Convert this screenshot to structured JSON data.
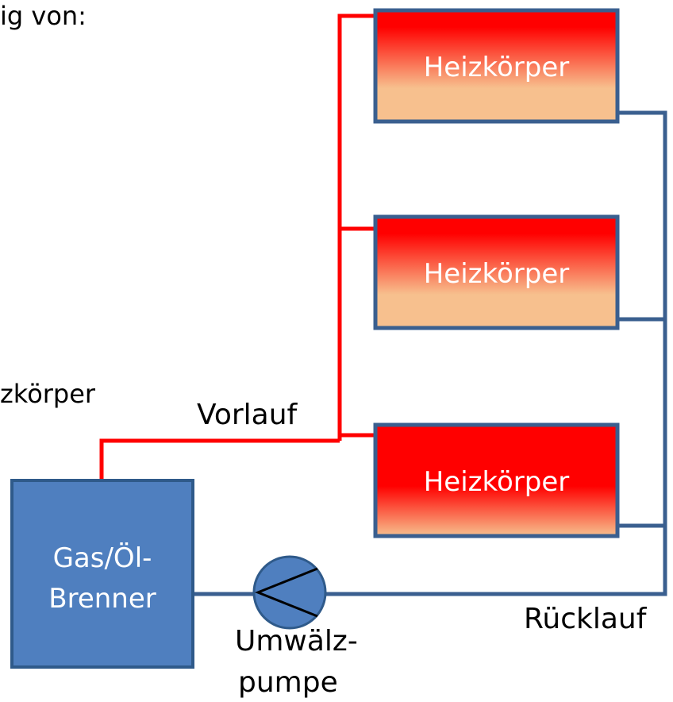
{
  "labels": {
    "partial_top": "ig von:",
    "partial_left": "zkörper",
    "vorlauf": "Vorlauf",
    "ruecklauf": "Rücklauf",
    "pumpe_line1": "Umwälz-",
    "pumpe_line2": "pumpe"
  },
  "radiators": [
    {
      "label": "Heizkörper"
    },
    {
      "label": "Heizkörper"
    },
    {
      "label": "Heizkörper"
    }
  ],
  "burner": {
    "line1": "Gas/Öl-",
    "line2": "Brenner"
  },
  "colors": {
    "flow_pipe": "#ff0000",
    "return_pipe": "#3a5f8f",
    "radiator_border": "#3a5f8f",
    "radiator_top": "#ff0000",
    "radiator_bottom": "#f7c08e",
    "burner_fill": "#4f7fbf",
    "burner_border": "#2f5a8a",
    "pump_fill": "#4f7fbf"
  }
}
